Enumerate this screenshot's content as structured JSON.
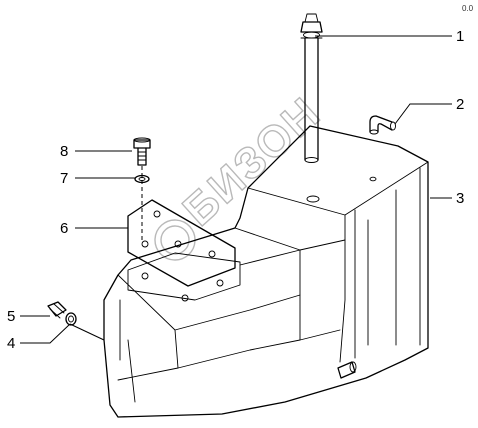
{
  "diagram": {
    "ref_code": "0.0",
    "watermark": "БИЗОН",
    "callouts": [
      "1",
      "2",
      "3",
      "4",
      "5",
      "6",
      "7",
      "8"
    ]
  }
}
